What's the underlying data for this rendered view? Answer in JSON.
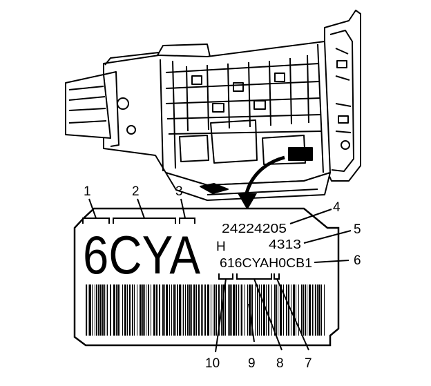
{
  "label": {
    "big_code": "6CYA",
    "part_number": "24224205",
    "julian_date": "4313",
    "letter": "H",
    "serial_code": "616CYAH0CB1"
  },
  "callouts": [
    "1",
    "2",
    "3",
    "4",
    "5",
    "6",
    "7",
    "8",
    "9",
    "10"
  ],
  "colors": {
    "ink": "#000000",
    "paper": "#ffffff"
  }
}
